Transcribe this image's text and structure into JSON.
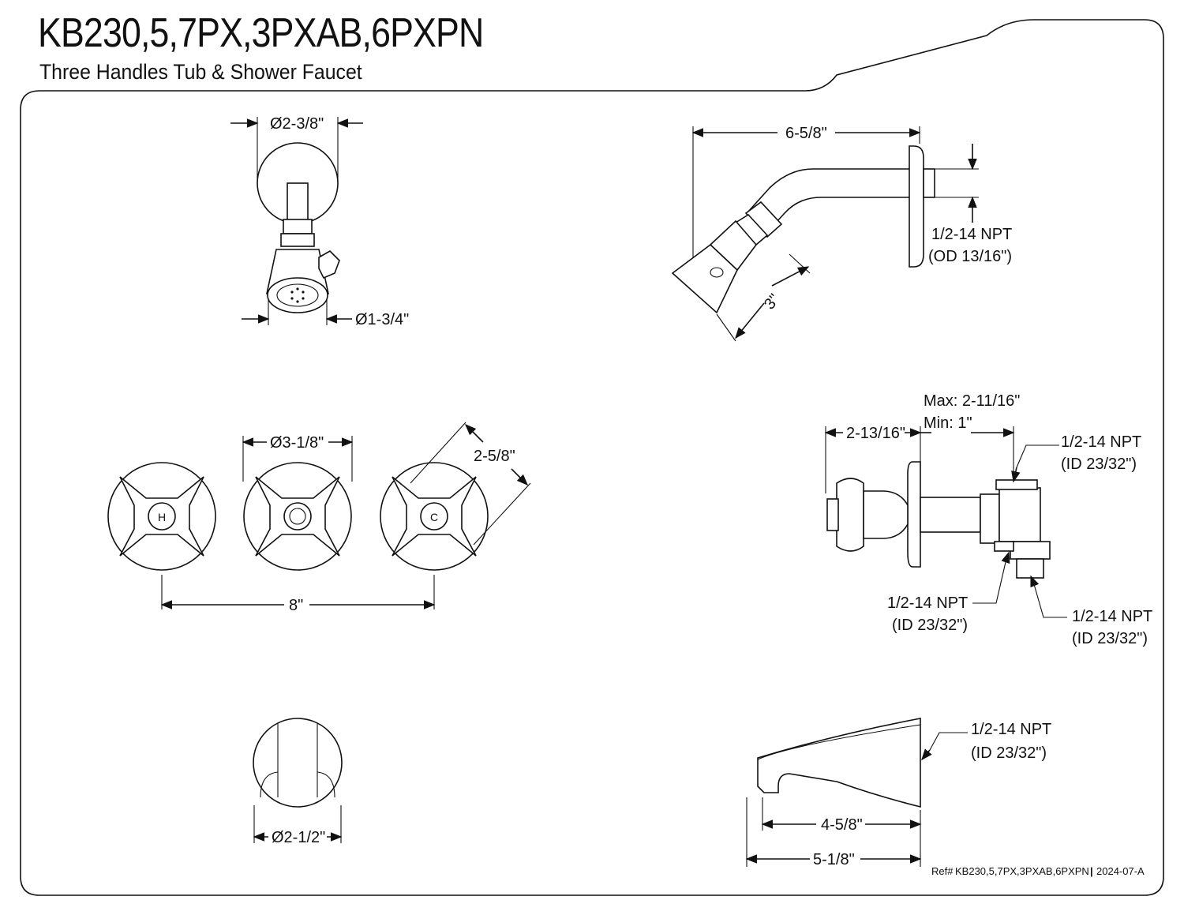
{
  "header": {
    "model": "KB230,5,7PX,3PXAB,6PXPN",
    "subtitle": "Three Handles Tub & Shower Faucet"
  },
  "shower_front": {
    "flange_dia": "Ø2-3/8\"",
    "head_dia": "Ø1-3/4\""
  },
  "shower_side": {
    "length": "6-5/8\"",
    "head_len": "3\"",
    "npt_line1": "1/2-14 NPT",
    "npt_line2": "(OD 13/16\")"
  },
  "handles": {
    "escutcheon_dia": "Ø3-1/8\"",
    "handle_span": "2-5/8\"",
    "centers": "8\"",
    "hot_mark": "H",
    "cold_mark": "C"
  },
  "valve_side": {
    "max_label": "Max: 2-11/16\"",
    "min_label": "Min: 1\"",
    "depth": "2-13/16\"",
    "npt_top_1": "1/2-14 NPT",
    "npt_top_2": "(ID 23/32\")",
    "npt_left_1": "1/2-14 NPT",
    "npt_left_2": "(ID 23/32\")",
    "npt_right_1": "1/2-14 NPT",
    "npt_right_2": "(ID 23/32\")"
  },
  "spout_front": {
    "dia": "Ø2-1/2\""
  },
  "spout_side": {
    "npt_1": "1/2-14 NPT",
    "npt_2": "(ID 23/32\")",
    "reach_inner": "4-5/8\"",
    "reach_outer": "5-1/8\""
  },
  "footer": {
    "ref_prefix": "Ref#",
    "ref_model": "KB230,5,7PX,3PXAB,6PXPN",
    "ref_rev": "2024-07-A"
  },
  "colors": {
    "ink": "#111111",
    "paper": "#ffffff"
  }
}
